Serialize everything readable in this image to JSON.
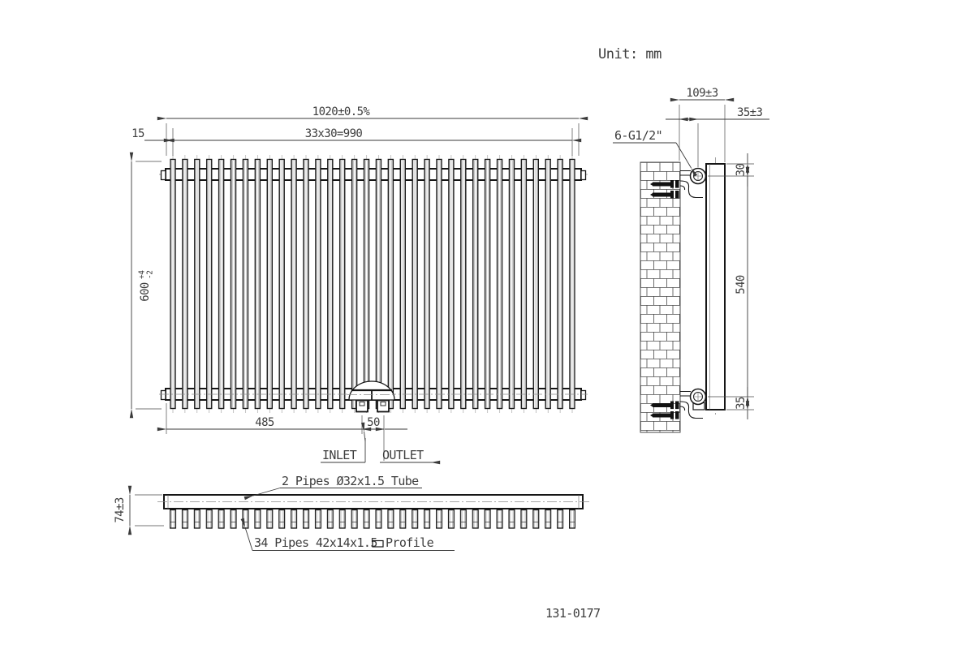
{
  "meta": {
    "unit_label": "Unit: mm",
    "drawing_number": "131-0177"
  },
  "colors": {
    "ink": "#161616",
    "dimension": "#3a3a3a",
    "centerline": "#8a8a8a",
    "background": "#ffffff"
  },
  "front_view": {
    "dims": {
      "overall_width": "1020±0.5%",
      "pipe_pitch": "33x30=990",
      "edge_offset": "15",
      "height": {
        "value": "600",
        "tol_plus": "+4",
        "tol_minus": "-2"
      },
      "inlet_position": "485",
      "port_spacing": "50"
    },
    "labels": {
      "inlet": "INLET",
      "outlet": "OUTLET"
    }
  },
  "side_view": {
    "dims": {
      "depth": "109±3",
      "wall_to_valve": "35±3",
      "valve_top_offset": "30",
      "valve_span": "540",
      "valve_bottom_offset": "35"
    },
    "labels": {
      "connection_thread": "6-G1/2\""
    }
  },
  "plan_view": {
    "dims": {
      "depth": "74±3"
    },
    "notes": {
      "tube": "2 Pipes Ø32x1.5 Tube",
      "pipes_prefix": "34 Pipes 42x14x1.5",
      "pipes_suffix": "Profile"
    }
  }
}
